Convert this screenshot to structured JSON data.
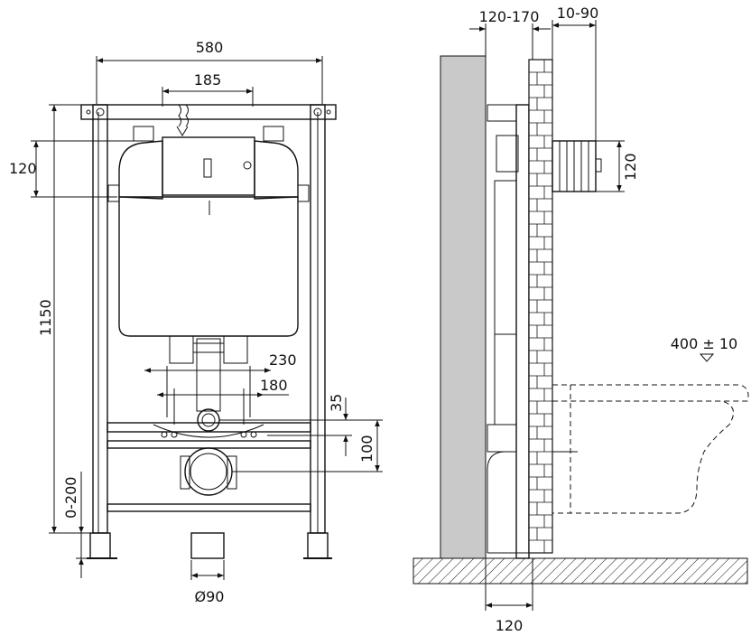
{
  "front_view": {
    "width_total": "580",
    "connector_spacing": "185",
    "top_offset": "120",
    "frame_height": "1150",
    "bolt_spacing_wide": "230",
    "bolt_spacing_narrow": "180",
    "drain_offset_small": "35",
    "drain_offset_large": "100",
    "leg_adjustment": "0-200",
    "drain_diameter": "Ø90"
  },
  "side_view": {
    "wall_gap": "120-170",
    "cladding_thickness": "10-90",
    "inlet_height": "120",
    "base_depth": "120",
    "bowl_height": "400 ± 10"
  },
  "colors": {
    "line": "#111111",
    "wall_fill": "#c9c9c9",
    "brick_fill": "#ffffff"
  }
}
